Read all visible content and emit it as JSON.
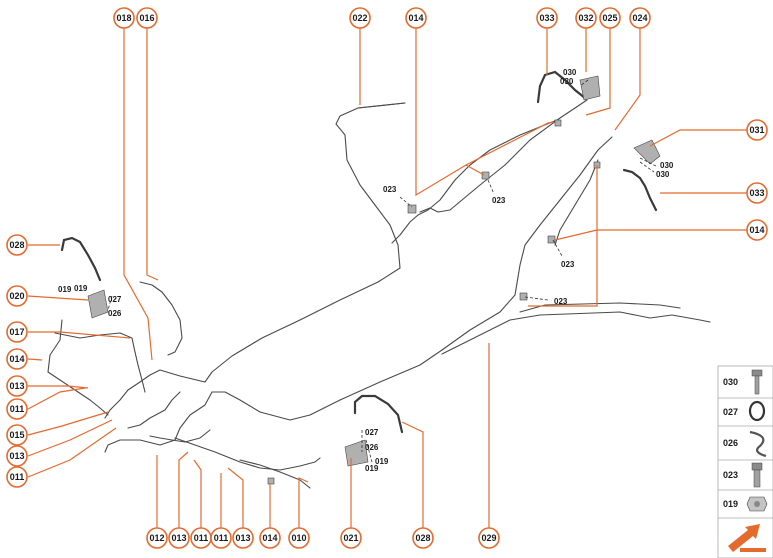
{
  "colors": {
    "accent": "#e46a2e",
    "pipe": "#4a4a4a",
    "legend_arrow": "#e46a2e"
  },
  "callouts": {
    "c018": "018",
    "c016": "016",
    "c022": "022",
    "c014_top": "014",
    "c033_top": "033",
    "c032": "032",
    "c025": "025",
    "c024": "024",
    "c031": "031",
    "c033_right": "033",
    "c014_right": "014",
    "c028_left": "028",
    "c020": "020",
    "c017": "017",
    "c014_left": "014",
    "c013_a": "013",
    "c011_a": "011",
    "c015": "015",
    "c013_b": "013",
    "c011_b": "011",
    "c012": "012",
    "c013_c": "013",
    "c011_c": "011",
    "c011_d": "011",
    "c013_d": "013",
    "c014_bottom": "014",
    "c010": "010",
    "c021": "021",
    "c028_bottom": "028",
    "c029": "029"
  },
  "labels": {
    "l030_a": "030",
    "l030_b": "030",
    "l030_c": "030",
    "l030_d": "030",
    "l023_a": "023",
    "l023_b": "023",
    "l023_c": "023",
    "l023_d": "023",
    "l019_a": "019",
    "l019_b": "019",
    "l027_a": "027",
    "l026_a": "026",
    "l027_b": "027",
    "l026_b": "026",
    "l019_c": "019",
    "l019_d": "019"
  },
  "legend": [
    {
      "code": "030",
      "icon": "bolt-icon"
    },
    {
      "code": "027",
      "icon": "o-ring-icon"
    },
    {
      "code": "026",
      "icon": "clip-icon"
    },
    {
      "code": "023",
      "icon": "fitting-icon"
    },
    {
      "code": "019",
      "icon": "nut-icon"
    }
  ],
  "legend_arrow_icon": "print-arrow-icon"
}
